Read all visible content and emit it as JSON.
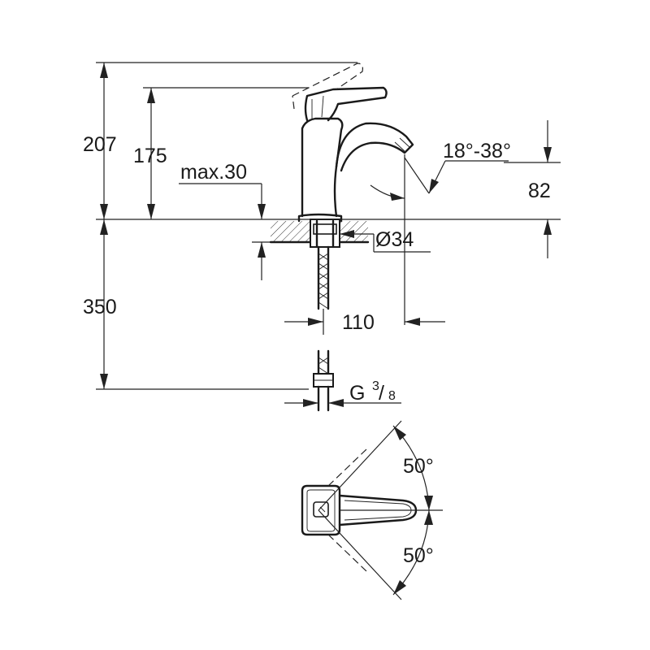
{
  "dimensions": {
    "total_height": "207",
    "lever_height": "175",
    "max_thickness": "max.30",
    "spout_angle": "18°-38°",
    "spout_height": "82",
    "hole_diameter": "Ø34",
    "below_deck": "350",
    "reach": "110",
    "connection_thread": "G",
    "thread_num": "3",
    "thread_den": "8",
    "rotation_left": "50°",
    "rotation_right": "50°"
  }
}
